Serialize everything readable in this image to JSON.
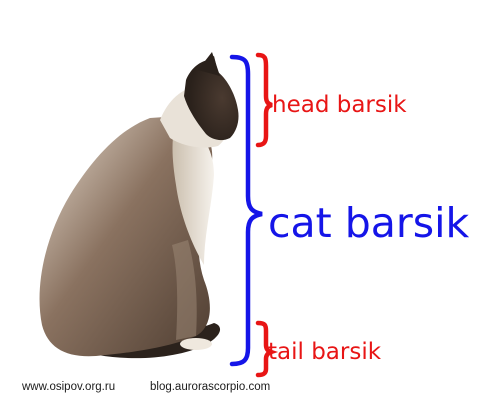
{
  "labels": {
    "head": "head barsik",
    "cat": "cat barsik",
    "tail": "tail barsik"
  },
  "credits": {
    "left": "www.osipov.org.ru",
    "right": "blog.aurorascorpio.com"
  },
  "colors": {
    "blue": "#1515e8",
    "red": "#e81515",
    "cat_fur_dark": "#5e4b3c",
    "cat_fur_light": "#f2ece4",
    "cat_tail": "#2a221c"
  },
  "icons": {
    "cat": "siamese-cat-photo",
    "head_bracket": "red-curly-brace",
    "cat_bracket": "blue-curly-brace",
    "tail_bracket": "red-curly-brace"
  }
}
